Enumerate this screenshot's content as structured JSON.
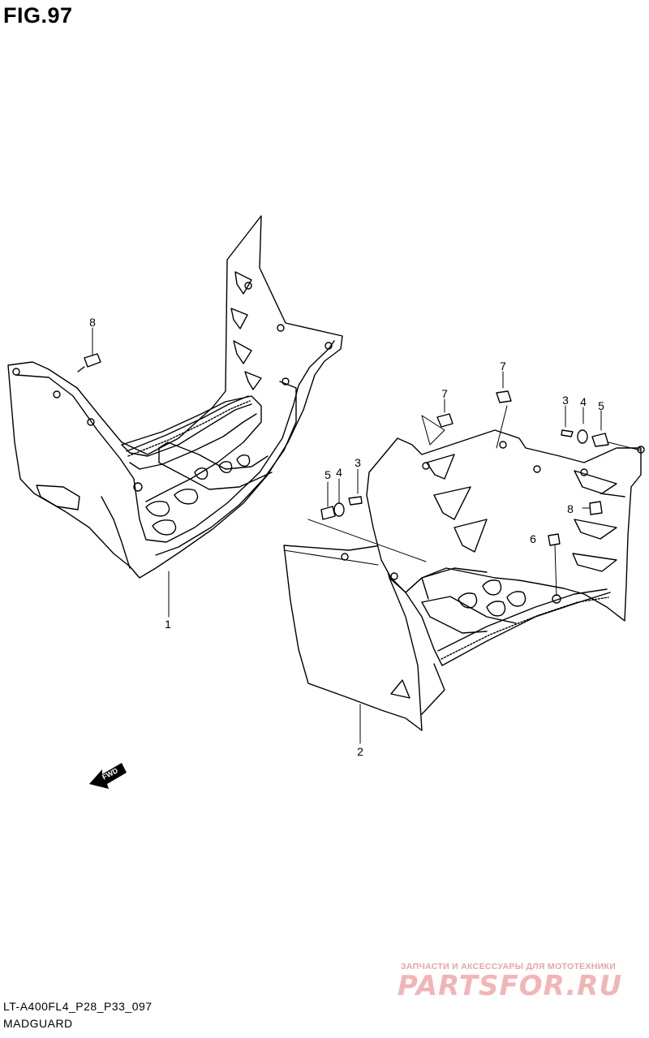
{
  "figure": {
    "title": "FIG.97"
  },
  "callouts": [
    {
      "id": "part-8-left",
      "label": "8"
    },
    {
      "id": "part-1",
      "label": "1"
    },
    {
      "id": "part-7-a",
      "label": "7"
    },
    {
      "id": "part-7-b",
      "label": "7"
    },
    {
      "id": "part-3-right",
      "label": "3"
    },
    {
      "id": "part-4-right",
      "label": "4"
    },
    {
      "id": "part-5-right",
      "label": "5"
    },
    {
      "id": "part-5-left",
      "label": "5"
    },
    {
      "id": "part-4-left",
      "label": "4"
    },
    {
      "id": "part-3-left",
      "label": "3"
    },
    {
      "id": "part-8-right",
      "label": "8"
    },
    {
      "id": "part-6",
      "label": "6"
    },
    {
      "id": "part-2",
      "label": "2"
    }
  ],
  "fwd_arrow": {
    "label": "FWD"
  },
  "footer": {
    "code": "LT-A400FL4_P28_P33_097",
    "name": "MADGUARD"
  },
  "watermark": {
    "tagline": "ЗАПЧАСТИ И АКСЕССУАРЫ ДЛЯ МОТОТЕХНИКИ",
    "logo": "PARTSFOR.RU"
  }
}
